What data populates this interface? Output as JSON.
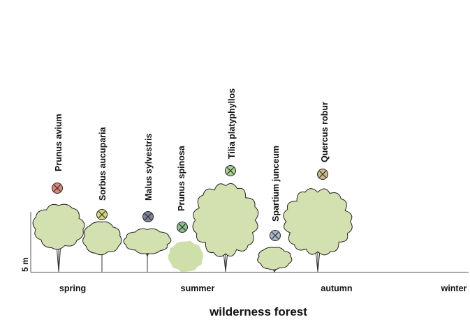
{
  "title": "wilderness forest",
  "scale_label": "5 m",
  "seasons": [
    "spring",
    "summer",
    "autumn",
    "winter"
  ],
  "colors": {
    "foliage": "#d3e1b1",
    "foliage_stroke": "#222222",
    "shrub_soft": "#cfdfaa",
    "axis": "#555555"
  },
  "plants": [
    {
      "name": "Prunus avium",
      "marker_color": "#d98a7a",
      "form": "tree-medium"
    },
    {
      "name": "Sorbus aucuparia",
      "marker_color": "#d4d47c",
      "form": "tree-small"
    },
    {
      "name": "Malus sylvestris",
      "marker_color": "#7d8594",
      "form": "tree-wide"
    },
    {
      "name": "Prunus spinosa",
      "marker_color": "#8fbf8f",
      "form": "shrub-soft"
    },
    {
      "name": "Tilia platyphyllos",
      "marker_color": "#a7cf92",
      "form": "tree-large"
    },
    {
      "name": "Spartium junceum",
      "marker_color": "#a9b6c7",
      "form": "shrub-low"
    },
    {
      "name": "Quercus robur",
      "marker_color": "#c8ba82",
      "form": "tree-large"
    }
  ]
}
